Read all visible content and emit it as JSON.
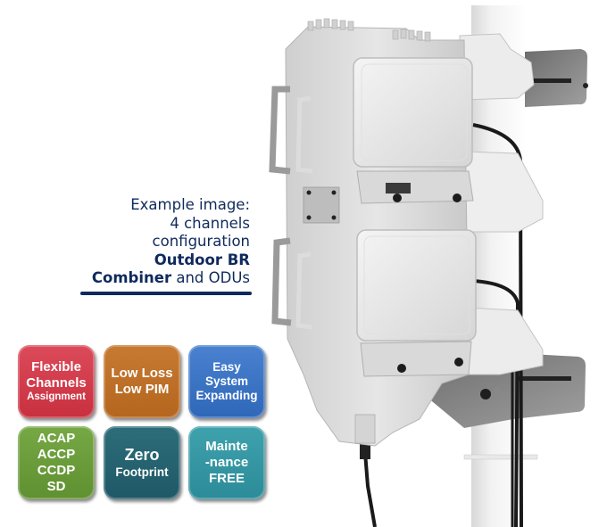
{
  "caption": {
    "line1": "Example image:",
    "line2": "4 channels",
    "line3": "configuration",
    "line4_bold": "Outdoor BR",
    "line5_bold": "Combiner",
    "line5_rest": " and ODUs",
    "color": "#0f2a5c"
  },
  "tiles": [
    {
      "lines": [
        "Flexible",
        "Channels",
        "Assignment"
      ],
      "color": "#d23d4d"
    },
    {
      "lines": [
        "Low Loss",
        "Low PIM"
      ],
      "color": "#be702a"
    },
    {
      "lines": [
        "Easy",
        "System",
        "Expanding"
      ],
      "color": "#3c74c4"
    },
    {
      "lines": [
        "ACAP",
        "ACCP",
        "CCDP",
        "SD"
      ],
      "color": "#6a9c3b"
    },
    {
      "lines": [
        "Zero",
        "Footprint"
      ],
      "color": "#26636f"
    },
    {
      "lines": [
        "Mainte",
        "-nance",
        "FREE"
      ],
      "color": "#3597a3"
    }
  ],
  "photo": {
    "subject": "Outdoor BR combiner with 4 ODUs mounted on a pole"
  }
}
